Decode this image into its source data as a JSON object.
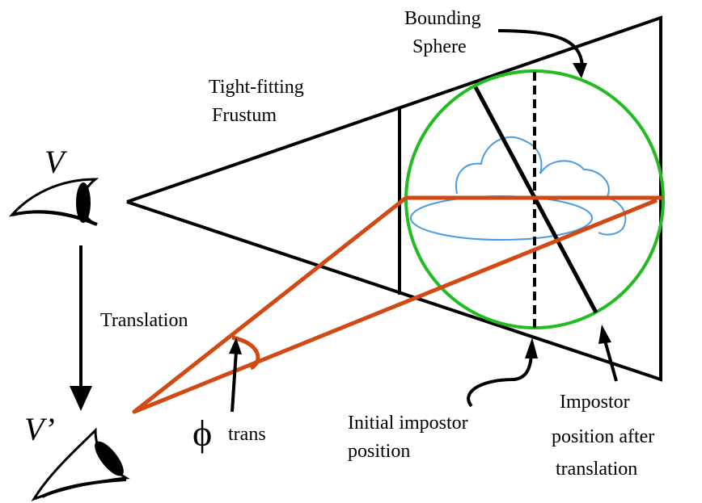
{
  "labels": {
    "bounding_sphere_line1": "Bounding",
    "bounding_sphere_line2": "Sphere",
    "frustum_line1": "Tight-fitting",
    "frustum_line2": "Frustum",
    "eye_before": "V",
    "eye_after": "V’",
    "translation": "Translation",
    "phi_symbol": "ϕ",
    "phi_subscript": "trans",
    "initial_line1": "Initial impostor",
    "initial_line2": "position",
    "after_line1": "Impostor",
    "after_line2": "position after",
    "after_line3": "translation"
  },
  "colors": {
    "frustum": "#000000",
    "sphere": "#22bb22",
    "cloud": "#4a9be0",
    "sightlines": "#d14a14"
  }
}
